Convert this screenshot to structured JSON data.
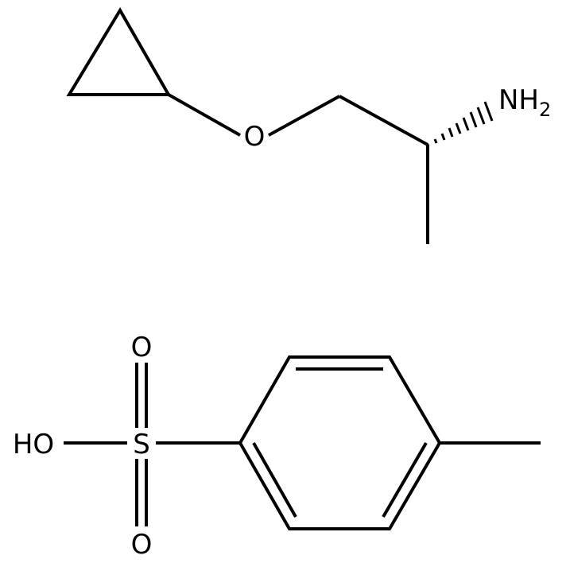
{
  "molecule_top": {
    "atoms": {
      "oxygen": "O",
      "amine": "NH",
      "amine_subscript": "2"
    }
  },
  "molecule_bottom": {
    "atoms": {
      "hydroxyl": "HO",
      "sulfur": "S",
      "oxygen_top": "O",
      "oxygen_bottom": "O"
    }
  }
}
